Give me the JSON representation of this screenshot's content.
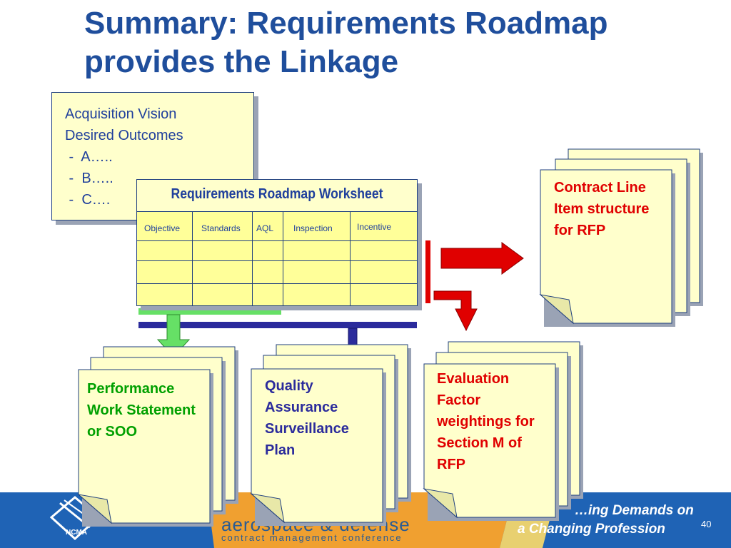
{
  "title": "Summary: Requirements Roadmap provides the Linkage",
  "vision_box": {
    "lines": [
      "Acquisition Vision",
      "Desired Outcomes",
      " -  A…..",
      " -  B…..",
      " -  C…."
    ]
  },
  "worksheet": {
    "title": "Requirements Roadmap Worksheet",
    "columns": [
      "Objective",
      "Standards",
      "AQL",
      "Inspection",
      "Incentive"
    ]
  },
  "documents": {
    "clin": "Contract Line Item structure for RFP",
    "pws": "Performance Work Statement or SOO",
    "qasp": "Quality Assurance Surveillance Plan",
    "eval": "Evaluation Factor weightings for Section M of RFP"
  },
  "footer": {
    "brand": "aerospace & defense",
    "brand_sub": "contract management conference",
    "tagline_line1": "…ing Demands on",
    "tagline_line2": "a Changing Profession",
    "logo_text": "NCMA",
    "page_number": "40"
  },
  "colors": {
    "title": "#1f4e9c",
    "clin_text": "#e00000",
    "pws_text": "#00a000",
    "qasp_text": "#2b2b9c",
    "eval_text": "#e00000",
    "green_arrow": "#66e066",
    "blue_arrow": "#2b2b9c",
    "red_arrow": "#e00000",
    "doc_fill": "#ffffcc",
    "footer_blue": "#1f63b5",
    "footer_orange": "#f0a030"
  }
}
